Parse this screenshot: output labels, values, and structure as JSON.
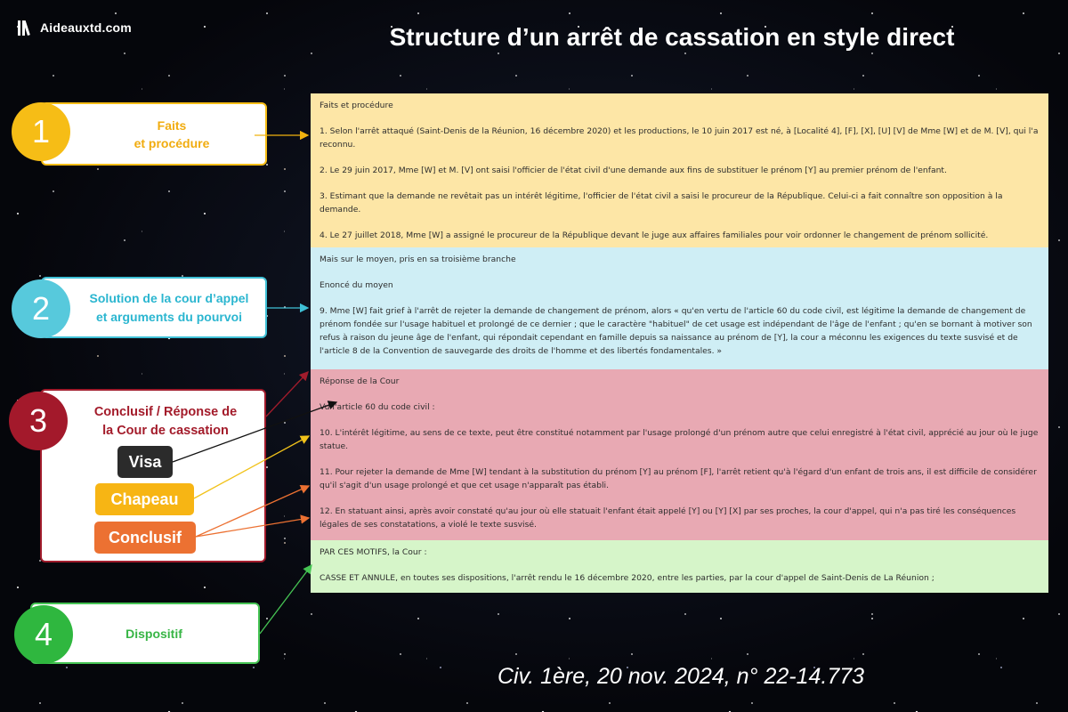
{
  "header": {
    "logo_text": "Aideauxtd.com",
    "title": "Structure d’un arrêt de cassation en style direct"
  },
  "callouts": [
    {
      "number": "1",
      "label": "Faits\net procédure",
      "color": "#f6bd16"
    },
    {
      "number": "2",
      "label": "Solution de la cour d’appel\net arguments du pourvoi",
      "color": "#3fc0d6"
    },
    {
      "number": "3",
      "label": "Conclusif / Réponse de\nla Cour de cassation",
      "color": "#a11c2c",
      "tags": [
        {
          "label": "Visa",
          "color": "#2b2b2b"
        },
        {
          "label": "Chapeau",
          "color": "#f7b514"
        },
        {
          "label": "Conclusif",
          "color": "#ec7132"
        }
      ]
    },
    {
      "number": "4",
      "label": "Dispositif",
      "color": "#46c454"
    }
  ],
  "document": {
    "faits": [
      "Faits et procédure",
      "1. Selon l'arrêt attaqué (Saint-Denis de la Réunion, 16 décembre 2020) et les productions, le 10 juin 2017 est né, à [Localité 4], [F], [X], [U] [V] de Mme [W] et de M. [V], qui l'a reconnu.",
      "2. Le 29 juin 2017, Mme [W] et M. [V] ont saisi l'officier de l'état civil d'une demande aux fins de substituer le prénom [Y] au premier prénom de l'enfant.",
      "3. Estimant que la demande ne revêtait pas un intérêt légitime, l'officier de l'état civil a saisi le procureur de la République. Celui-ci a fait connaître son opposition à la demande.",
      "4. Le 27 juillet 2018, Mme [W] a assigné le procureur de la République devant le juge aux affaires familiales pour voir ordonner le changement de prénom sollicité."
    ],
    "moyen": [
      "Mais sur le moyen, pris en sa troisième branche",
      "Enoncé du moyen",
      "9. Mme [W] fait grief à l'arrêt de rejeter la demande de changement de prénom, alors « qu'en vertu de l'article 60 du code civil, est légitime la demande de changement de prénom fondée sur l'usage habituel et prolongé de ce dernier ; que le caractère \"habituel\" de cet usage est indépendant de l'âge de l'enfant ; qu'en se bornant à motiver son refus à raison du jeune âge de l'enfant, qui répondait cependant en famille depuis sa naissance au prénom de [Y], la cour a méconnu les exigences du texte susvisé et de l'article 8 de la Convention de sauvegarde des droits de l'homme et des libertés fondamentales. »"
    ],
    "reponse": [
      "Réponse de la Cour",
      "Vu l'article 60 du code civil :",
      "10. L'intérêt légitime, au sens de ce texte, peut être constitué notamment par l'usage prolongé d'un prénom autre que celui enregistré à l'état civil, apprécié au jour où le juge statue.",
      "11. Pour rejeter la demande de Mme [W] tendant à la substitution du prénom [Y] au prénom [F], l'arrêt retient qu'à l'égard d'un enfant de trois ans, il est difficile de considérer qu'il s'agit d'un usage prolongé et que cet usage n'apparaît pas établi.",
      "12. En statuant ainsi, après avoir constaté qu'au jour où elle statuait l'enfant était appelé [Y] ou [Y] [X] par ses proches, la cour d'appel, qui n'a pas tiré les conséquences légales de ses constatations, a violé le texte susvisé."
    ],
    "dispositif": [
      "PAR CES MOTIFS, la Cour :",
      "CASSE ET ANNULE, en toutes ses dispositions, l'arrêt rendu le 16 décembre 2020, entre les parties, par la cour d'appel de Saint-Denis de La Réunion ;"
    ]
  },
  "reference": "Civ. 1ère, 20 nov. 2024, n° 22-14.773"
}
